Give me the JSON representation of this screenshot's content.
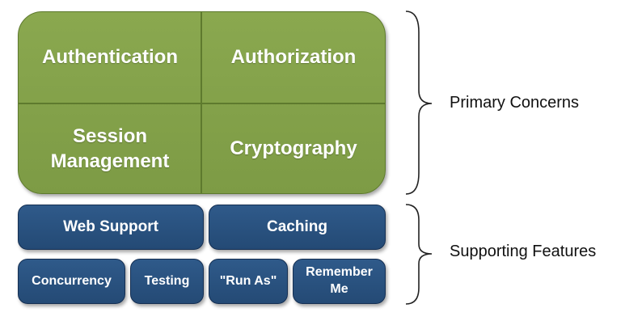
{
  "primary_concerns": {
    "cells": [
      {
        "label": "Authentication"
      },
      {
        "label": "Authorization"
      },
      {
        "label": "Session Management"
      },
      {
        "label": "Cryptography"
      }
    ],
    "color": "#86a34c",
    "brace_label": "Primary Concerns"
  },
  "supporting_features": {
    "row1": [
      {
        "label": "Web Support"
      },
      {
        "label": "Caching"
      }
    ],
    "row2": [
      {
        "label": "Concurrency"
      },
      {
        "label": "Testing"
      },
      {
        "label": "\"Run As\""
      },
      {
        "label": "Remember Me"
      }
    ],
    "color": "#2a5280",
    "brace_label": "Supporting Features"
  }
}
